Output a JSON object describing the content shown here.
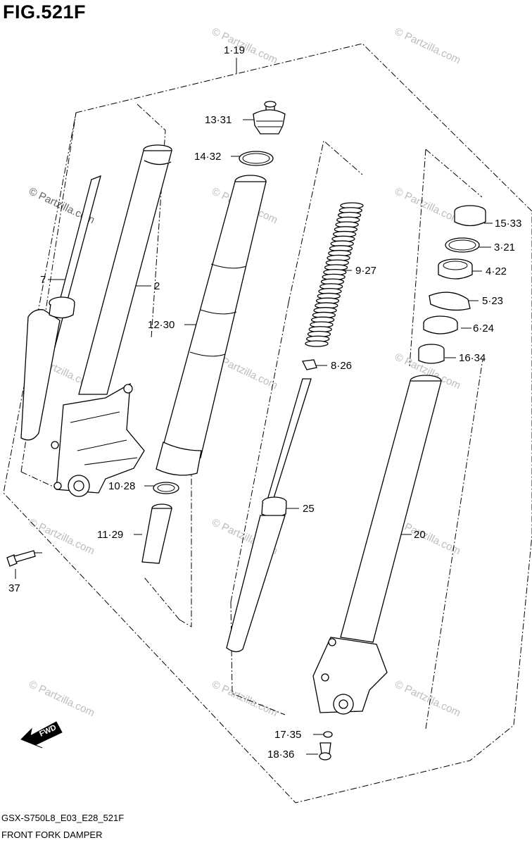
{
  "figure": {
    "title": "FIG.521F",
    "model_code": "GSX-S750L8_E03_E28_521F",
    "caption": "FRONT FORK DAMPER"
  },
  "watermark": "© Partzilla.com",
  "callouts": [
    {
      "id": "c-1-19",
      "text": "1·19"
    },
    {
      "id": "c-13-31",
      "text": "13·31"
    },
    {
      "id": "c-14-32",
      "text": "14·32"
    },
    {
      "id": "c-2",
      "text": "2"
    },
    {
      "id": "c-7",
      "text": "7"
    },
    {
      "id": "c-12-30",
      "text": "12·30"
    },
    {
      "id": "c-9-27",
      "text": "9·27"
    },
    {
      "id": "c-8-26",
      "text": "8·26"
    },
    {
      "id": "c-15-33",
      "text": "15·33"
    },
    {
      "id": "c-3-21",
      "text": "3·21"
    },
    {
      "id": "c-4-22",
      "text": "4·22"
    },
    {
      "id": "c-5-23",
      "text": "5·23"
    },
    {
      "id": "c-6-24",
      "text": "6·24"
    },
    {
      "id": "c-16-34",
      "text": "16·34"
    },
    {
      "id": "c-10-28",
      "text": "10·28"
    },
    {
      "id": "c-11-29",
      "text": "11·29"
    },
    {
      "id": "c-25",
      "text": "25"
    },
    {
      "id": "c-20",
      "text": "20"
    },
    {
      "id": "c-37",
      "text": "37"
    },
    {
      "id": "c-17-35",
      "text": "17·35"
    },
    {
      "id": "c-18-36",
      "text": "18·36"
    }
  ],
  "fwd_arrow": {
    "label": "FWD"
  }
}
